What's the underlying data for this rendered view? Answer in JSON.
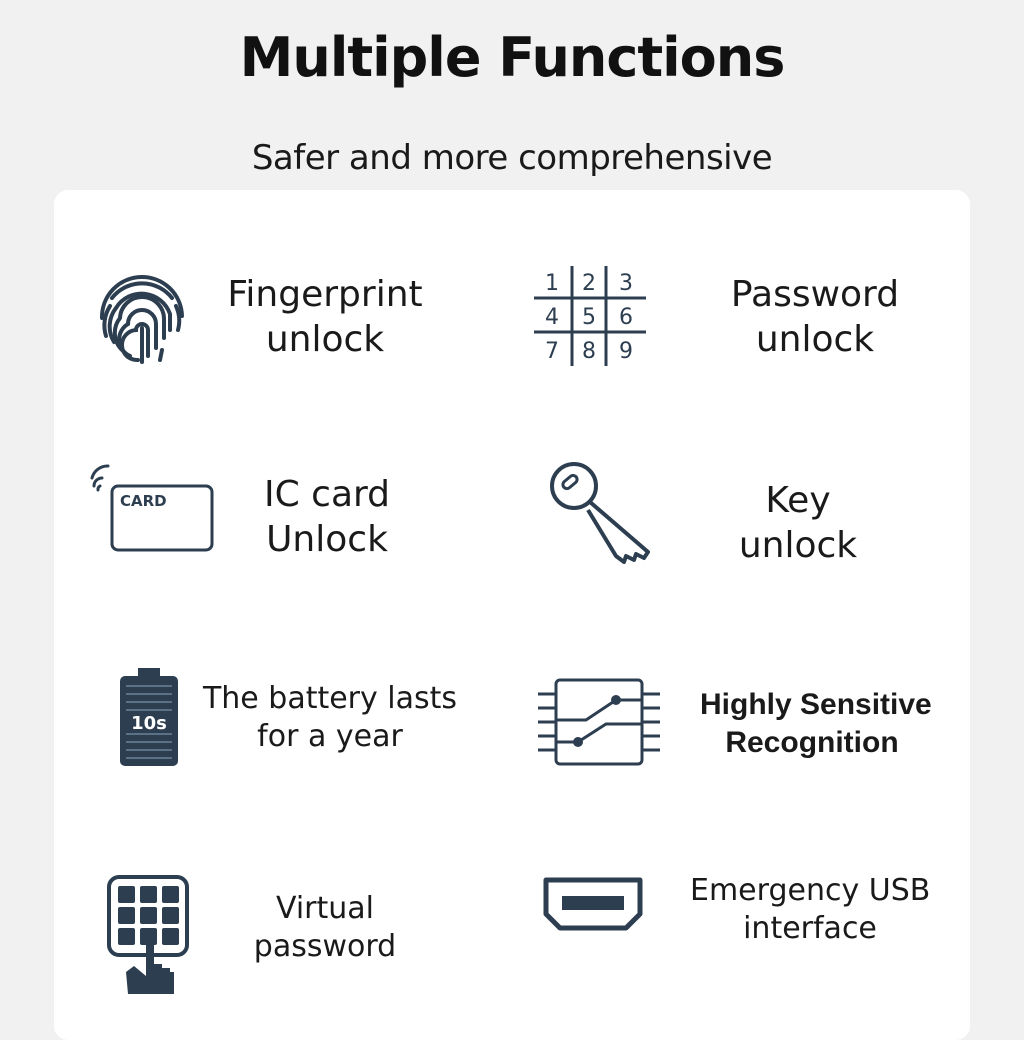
{
  "header": {
    "title": "Multiple Functions",
    "subtitle": "Safer and more comprehensive"
  },
  "features": [
    {
      "icon": "fingerprint-icon",
      "line1": "Fingerprint",
      "line2": "unlock"
    },
    {
      "icon": "keypad-icon",
      "line1": "Password",
      "line2": "unlock",
      "keypad": [
        "1",
        "2",
        "3",
        "4",
        "5",
        "6",
        "7",
        "8",
        "9"
      ]
    },
    {
      "icon": "card-icon",
      "line1": "IC card",
      "line2": "Unlock",
      "card_text": "CARD"
    },
    {
      "icon": "key-icon",
      "line1": "Key",
      "line2": "unlock"
    },
    {
      "icon": "battery-icon",
      "line1": "The battery lasts",
      "line2": "for a year",
      "battery_text": "10s"
    },
    {
      "icon": "chip-icon",
      "line1": "Highly Sensitive",
      "line2": "Recognition"
    },
    {
      "icon": "touch-keypad-icon",
      "line1": "Virtual",
      "line2": "password"
    },
    {
      "icon": "usb-port-icon",
      "line1": "Emergency USB",
      "line2": "interface"
    }
  ],
  "colors": {
    "background": "#f1f1f1",
    "card": "#ffffff",
    "icon": "#2c3e50",
    "text": "#1a1a1a"
  }
}
